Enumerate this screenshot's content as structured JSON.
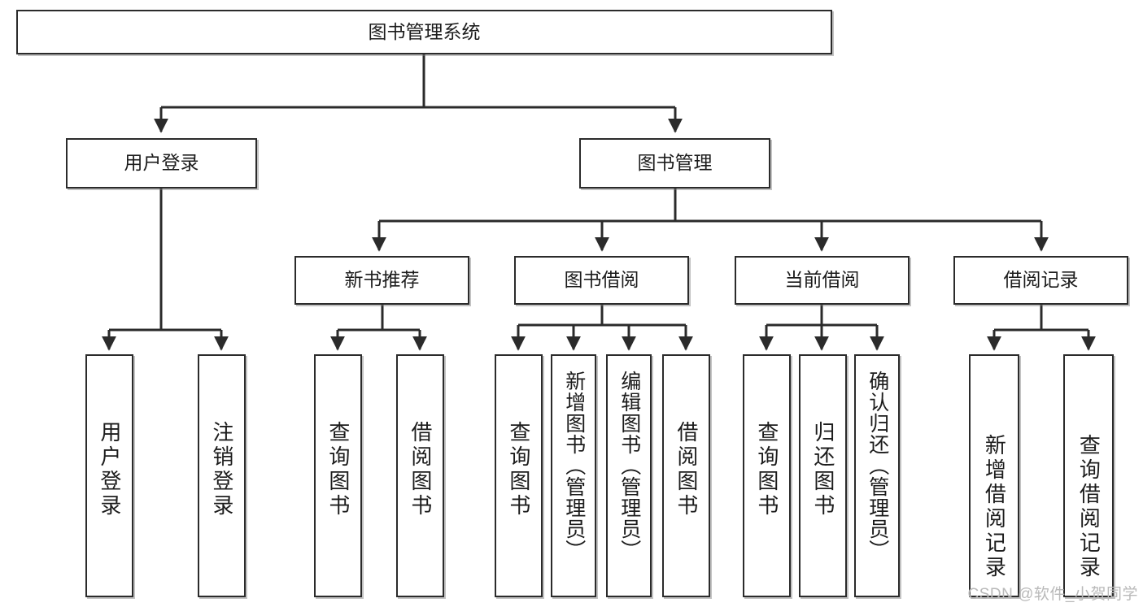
{
  "diagram": {
    "type": "tree-hierarchy-flowchart",
    "title": "图书管理系统",
    "orientation": "top-down",
    "colors": {
      "box_border": "#2b2b2b",
      "box_fill": "#ffffff",
      "connector": "#2b2b2b",
      "text": "#1c1c1c",
      "watermark": "#b9b9b9"
    },
    "root": {
      "id": "root",
      "label": "图书管理系统"
    },
    "level2": [
      {
        "id": "user-login",
        "label": "用户登录"
      },
      {
        "id": "book-manage",
        "label": "图书管理"
      }
    ],
    "level3": [
      {
        "id": "new-book-rec",
        "label": "新书推荐"
      },
      {
        "id": "book-borrow",
        "label": "图书借阅"
      },
      {
        "id": "current-borrow",
        "label": "当前借阅"
      },
      {
        "id": "borrow-record",
        "label": "借阅记录"
      }
    ],
    "leaves": {
      "user_login": [
        {
          "id": "leaf-user-login",
          "label": "用户登录"
        },
        {
          "id": "leaf-logout",
          "label": "注销登录"
        }
      ],
      "new_book_rec": [
        {
          "id": "leaf-query-book-1",
          "label": "查询图书"
        },
        {
          "id": "leaf-borrow-book-1",
          "label": "借阅图书"
        }
      ],
      "book_borrow": [
        {
          "id": "leaf-query-book-2",
          "label": "查询图书"
        },
        {
          "id": "leaf-add-book",
          "label": "新增图书（管理员）"
        },
        {
          "id": "leaf-edit-book",
          "label": "编辑图书（管理员）"
        },
        {
          "id": "leaf-borrow-book-2",
          "label": "借阅图书"
        }
      ],
      "current_borrow": [
        {
          "id": "leaf-query-book-3",
          "label": "查询图书"
        },
        {
          "id": "leaf-return-book",
          "label": "归还图书"
        },
        {
          "id": "leaf-confirm-return",
          "label": "确认归还（管理员）"
        }
      ],
      "borrow_record": [
        {
          "id": "leaf-add-record",
          "label": "新增借阅记录"
        },
        {
          "id": "leaf-query-record",
          "label": "查询借阅记录"
        }
      ]
    }
  },
  "watermark": {
    "text": "CSDN @软件_小贺同学"
  }
}
